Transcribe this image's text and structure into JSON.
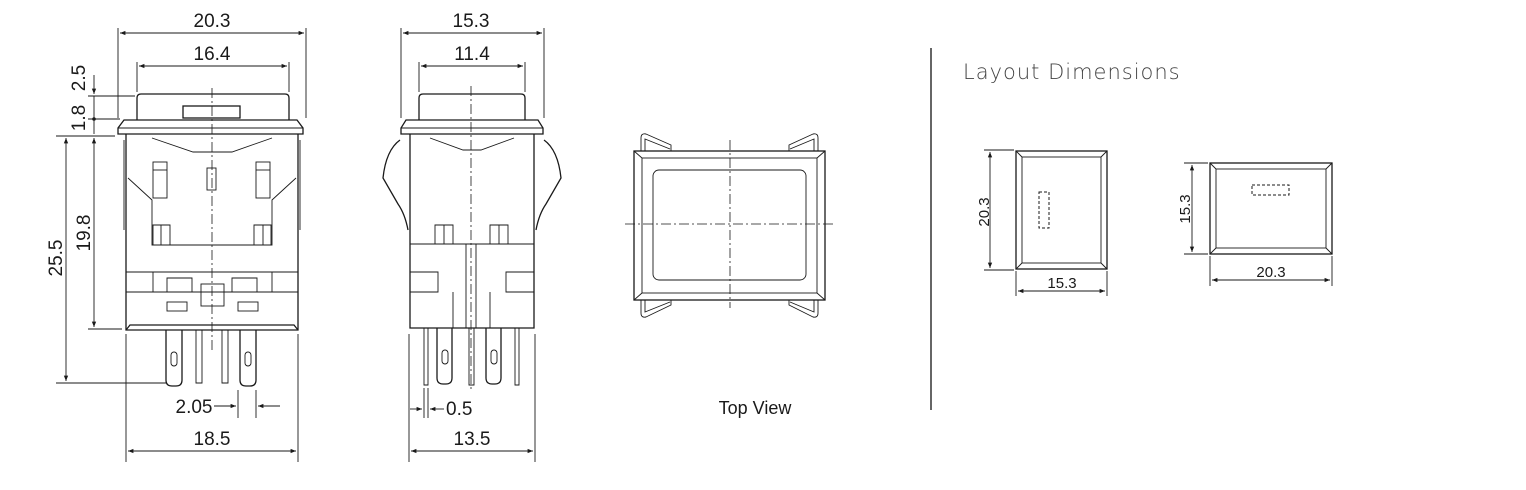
{
  "front_view": {
    "dim_overall_width": "20.3",
    "dim_cap_width": "16.4",
    "dim_cap_height": "2.5",
    "dim_bezel_height": "1.8",
    "dim_total_height": "25.5",
    "dim_body_height": "19.8",
    "dim_pin_pitch": "2.05",
    "dim_base_width": "18.5"
  },
  "side_view": {
    "dim_overall_width": "15.3",
    "dim_cap_width": "11.4",
    "dim_pin_thickness": "0.5",
    "dim_base_width": "13.5"
  },
  "top_view": {
    "label": "Top View"
  },
  "layout_dimensions": {
    "title": "Layout Dimensions",
    "portrait": {
      "height": "20.3",
      "width": "15.3"
    },
    "landscape": {
      "height": "15.3",
      "width": "20.3"
    }
  },
  "colors": {
    "line": "#1a1a1a",
    "title_text": "#444444",
    "divider": "#666666"
  }
}
